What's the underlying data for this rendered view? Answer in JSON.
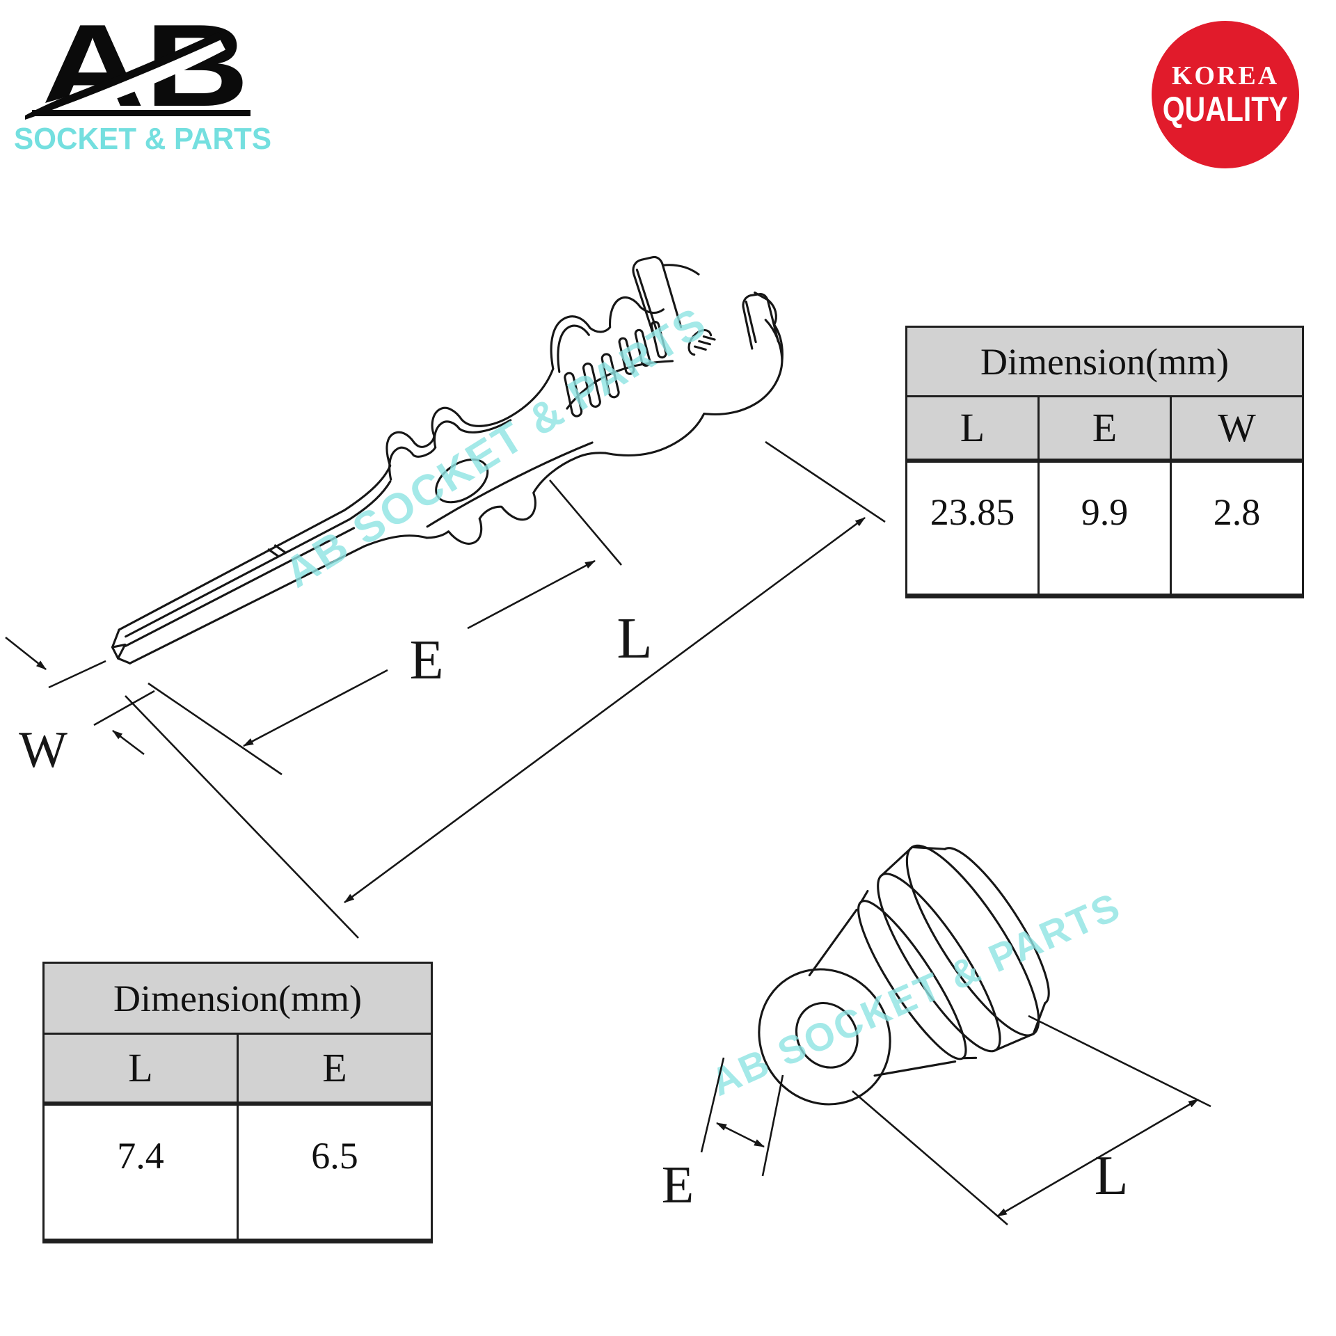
{
  "logo": {
    "brand": "AB",
    "subtitle": "SOCKET & PARTS",
    "accent_color": "#74dfdf",
    "brand_color": "#0b0b0b"
  },
  "badge": {
    "line1": "KOREA",
    "line2": "QUALITY",
    "bg_color": "#e11b2b",
    "text_color": "#ffffff"
  },
  "terminal_diagram": {
    "type": "male crimp terminal isometric line drawing",
    "labels": {
      "E": "E",
      "L": "L",
      "W": "W"
    },
    "watermark": "AB SOCKET & PARTS"
  },
  "seal_diagram": {
    "type": "wire seal (rubber grommet) isometric line drawing",
    "labels": {
      "E": "E",
      "L": "L"
    },
    "watermark": "AB SOCKET & PARTS"
  },
  "tables": [
    {
      "id": "terminal-dimensions",
      "title": "Dimension(mm)",
      "columns": [
        "L",
        "E",
        "W"
      ],
      "rows": [
        [
          "23.85",
          "9.9",
          "2.8"
        ]
      ]
    },
    {
      "id": "seal-dimensions",
      "title": "Dimension(mm)",
      "columns": [
        "L",
        "E"
      ],
      "rows": [
        [
          "7.4",
          "6.5"
        ]
      ]
    }
  ],
  "colors": {
    "line": "#161616",
    "table_header_bg": "#d2d2d2",
    "watermark": "#8ee4e3",
    "background": "#ffffff"
  }
}
